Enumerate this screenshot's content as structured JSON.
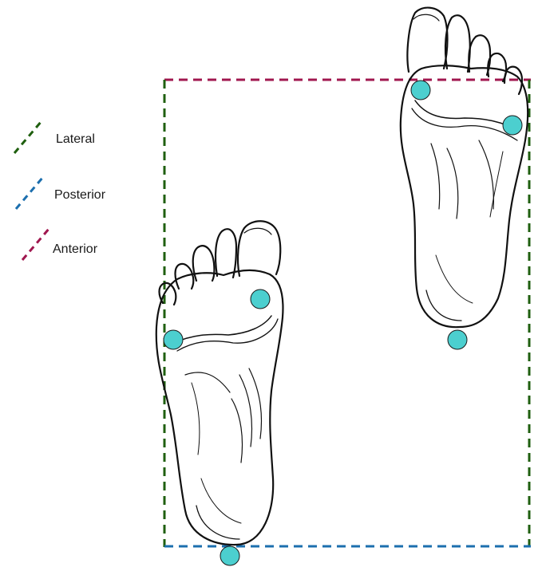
{
  "legend": {
    "items": [
      {
        "key": "lateral",
        "label": "Lateral",
        "color": "#1f5f0f"
      },
      {
        "key": "posterior",
        "label": "Posterior",
        "color": "#1c6fae"
      },
      {
        "key": "anterior",
        "label": "Anterior",
        "color": "#a0174f"
      }
    ]
  },
  "colors": {
    "marker": "#4ccfcf",
    "outline": "#111111",
    "lateral": "#1f5f0f",
    "posterior": "#1c6fae",
    "anterior": "#a0174f"
  },
  "feet": {
    "left": {
      "orientation": "upright",
      "marker_count": 3
    },
    "right": {
      "orientation": "upright",
      "marker_count": 3
    }
  },
  "boundary": {
    "style": "dashed",
    "sides": [
      "anterior-top",
      "lateral-left",
      "lateral-right",
      "posterior-bottom"
    ]
  }
}
